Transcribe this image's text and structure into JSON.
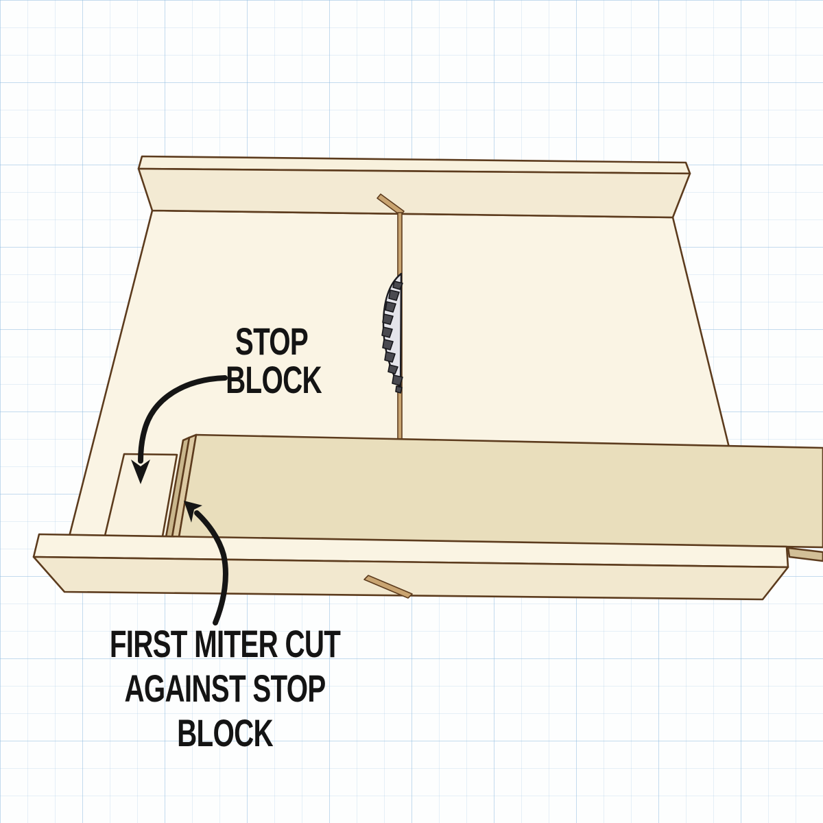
{
  "labels": {
    "stop_block": {
      "line1": "STOP",
      "line2": "BLOCK"
    },
    "first_miter_cut": {
      "line1": "FIRST MITER CUT",
      "line2": "AGAINST STOP",
      "line3": "BLOCK"
    }
  },
  "colors": {
    "background": "#fdfefe",
    "grid_minor": "#dce9f4",
    "grid_major": "#cfe1f0",
    "outline": "#5c3b1d",
    "sled_cream": "#faf4e4",
    "fence_shade": "#f3ead3",
    "board_tan": "#e9debc",
    "miter_face_dark": "#c9b68c",
    "miter_face_light": "#dcc9a2",
    "kerf_fill": "#c9a471",
    "blade_body": "#e4e4ea",
    "blade_teeth": "#4a4a50",
    "ink": "#151515"
  }
}
